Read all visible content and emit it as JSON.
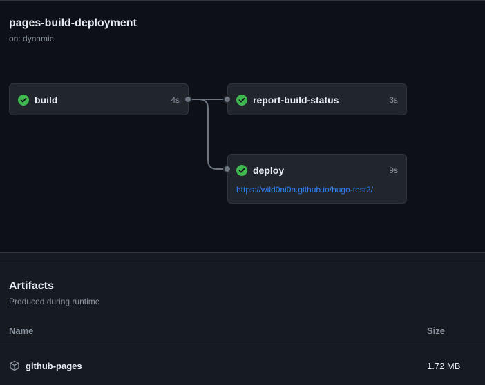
{
  "workflow": {
    "title": "pages-build-deployment",
    "trigger": "on: dynamic"
  },
  "jobs": [
    {
      "name": "build",
      "duration": "4s",
      "status": "success"
    },
    {
      "name": "report-build-status",
      "duration": "3s",
      "status": "success"
    },
    {
      "name": "deploy",
      "duration": "9s",
      "status": "success",
      "link": "https://wild0ni0n.github.io/hugo-test2/"
    }
  ],
  "artifacts": {
    "title": "Artifacts",
    "subtitle": "Produced during runtime",
    "columns": {
      "name": "Name",
      "size": "Size"
    },
    "items": [
      {
        "name": "github-pages",
        "size": "1.72 MB"
      }
    ]
  },
  "colors": {
    "success": "#3fb950",
    "link": "#2f81f7",
    "connector": "#6e7681"
  }
}
